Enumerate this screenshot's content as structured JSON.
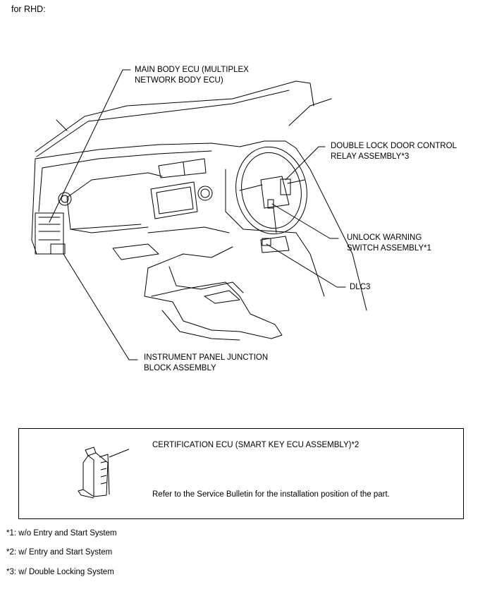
{
  "heading": "for RHD:",
  "labels": {
    "main_body_ecu": [
      "MAIN BODY ECU (MULTIPLEX",
      "NETWORK BODY ECU)"
    ],
    "double_lock": [
      "DOUBLE LOCK DOOR CONTROL",
      "RELAY ASSEMBLY*3"
    ],
    "unlock_warning": [
      "UNLOCK WARNING",
      "SWITCH ASSEMBLY*1"
    ],
    "dlc3": "DLC3",
    "junction_block": [
      "INSTRUMENT PANEL JUNCTION",
      "BLOCK ASSEMBLY"
    ]
  },
  "certification_box": {
    "label": "CERTIFICATION ECU (SMART KEY ECU ASSEMBLY)*2",
    "note": "Refer to the Service Bulletin for the installation position of the part."
  },
  "footnotes": [
    "*1: w/o Entry and Start System",
    "*2: w/ Entry and Start System",
    "*3: w/ Double Locking System"
  ]
}
